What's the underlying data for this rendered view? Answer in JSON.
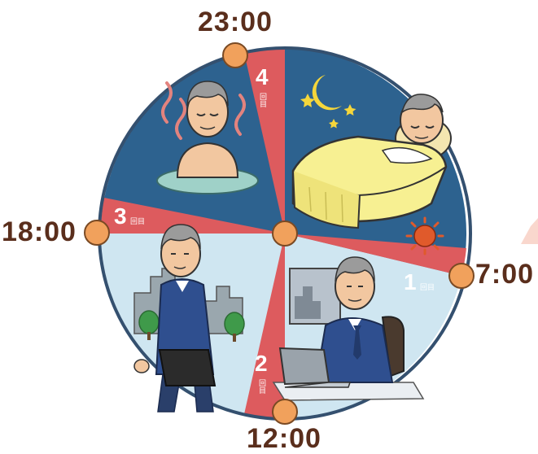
{
  "times": {
    "top": "23:00",
    "left": "18:00",
    "right": "7:00",
    "bottom": "12:00"
  },
  "wedges": {
    "w1": {
      "num": "1",
      "suffix": "回目"
    },
    "w2": {
      "num": "2",
      "suffix": "回目"
    },
    "w3": {
      "num": "3",
      "suffix": "回目"
    },
    "w4": {
      "num": "4",
      "suffix": "回目"
    }
  },
  "colors": {
    "night": "#2d628f",
    "day": "#cfe6f1",
    "wedge": "#dd5b5e",
    "dot": "#f1a15c",
    "rim": "#34506f",
    "label": "#5a2e1c"
  }
}
